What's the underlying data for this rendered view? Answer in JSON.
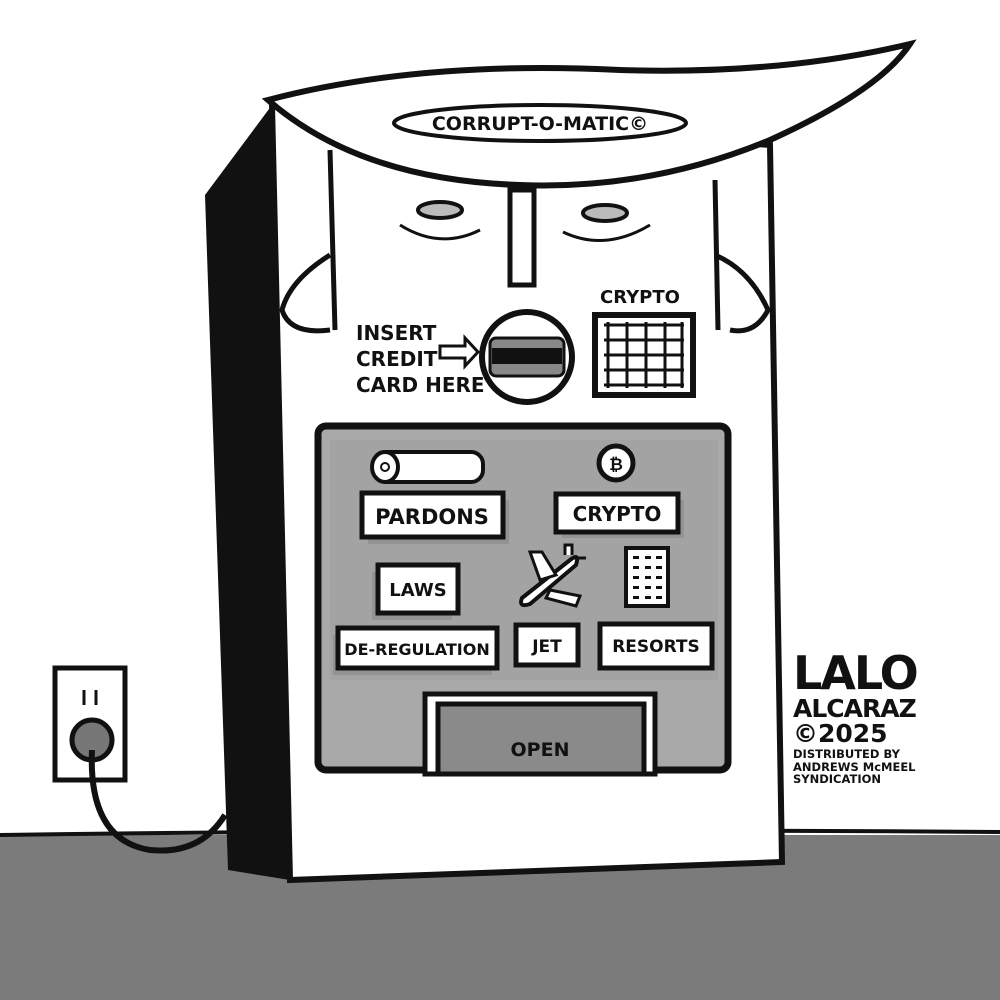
{
  "machine": {
    "title": "CORRUPT-O-MATIC©",
    "insert_label": [
      "INSERT",
      "CREDIT",
      "CARD HERE"
    ],
    "crypto_keypad_label": "CRYPTO"
  },
  "window": {
    "buttons": {
      "pardons": "PARDONS",
      "crypto": "CRYPTO",
      "laws": "LAWS",
      "deregulation": "DE-REGULATION",
      "jet": "JET",
      "resorts": "RESORTS"
    },
    "open_label": "OPEN",
    "crypto_symbol": "₿"
  },
  "signature": {
    "name_line1": "LALO",
    "name_line2": "ALCARAZ",
    "copyright": "©2025",
    "distributor": [
      "DISTRIBUTED BY",
      "ANDREWS McMEEL",
      "SYNDICATION"
    ]
  },
  "colors": {
    "ground": "#7b7b7b",
    "window": "#a9a9a9",
    "door": "#8a8a8a"
  }
}
